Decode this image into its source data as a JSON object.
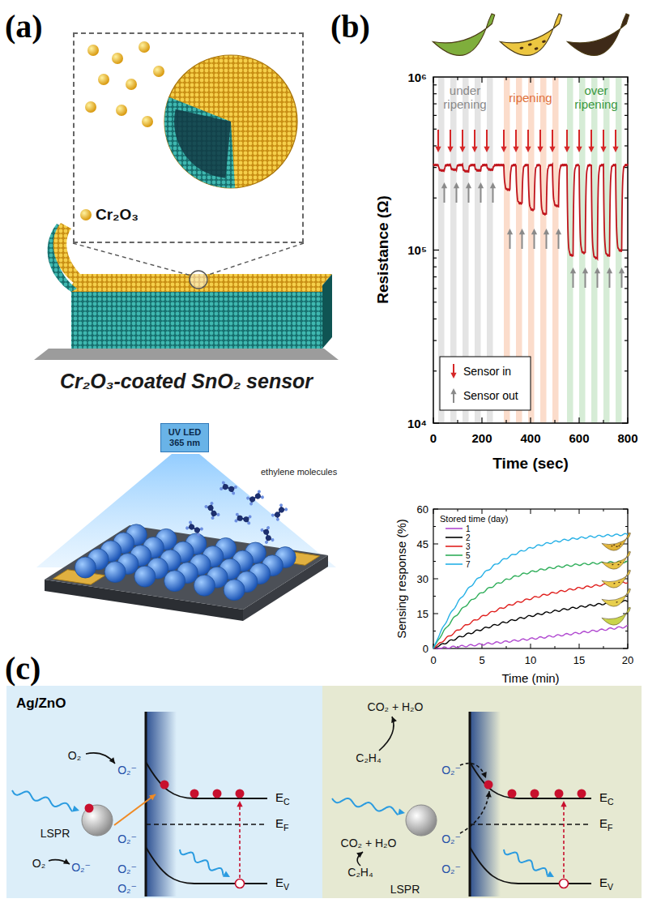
{
  "diagram": {
    "nodes": [
      {
        "text": [
          "Cr₂O₃"
        ]
      },
      {
        "text": [
          "UV LED 365 nm"
        ]
      }
    ],
    "labels": [
      "(a)",
      "(b)",
      "Cr₂O₃-coated SnO₂ sensor",
      "ethylene molecules",
      "under ripening",
      "ripening",
      "over ripening",
      "10⁶",
      "10⁵",
      "10⁴",
      "Resistance (Ω)",
      "0",
      "200",
      "400",
      "600",
      "800",
      "Time (sec)",
      "Stored time (day)",
      "60",
      "45",
      "30",
      "15",
      "0",
      "Sensing response (%)",
      "0",
      "5",
      "10",
      "15",
      "20",
      "Time (min)",
      "(c)",
      "Ag/ZnO",
      "O₂",
      "O₂⁻",
      "O₂⁻",
      "LSPR",
      "EC",
      "EF",
      "O₂",
      "O₂⁻",
      "O₂⁻",
      "EV",
      "O₂⁻",
      "CO₂ + H₂O",
      "C₂H₄",
      "O₂⁻",
      "EC",
      "EF",
      "CO₂ + H₂O",
      "O₂⁻",
      "O₂⁻",
      "EV",
      "C₂H₄",
      "LSPR"
    ],
    "legend": [
      {
        "text": "Sensor in"
      },
      {
        "text": "Sensor out"
      },
      {
        "text": "1"
      },
      {
        "text": "2"
      },
      {
        "text": "3"
      },
      {
        "text": "5"
      },
      {
        "text": "7"
      }
    ]
  }
}
